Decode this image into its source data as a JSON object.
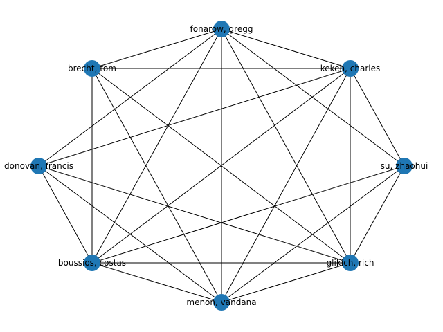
{
  "colors": {
    "node": "#1f77b4",
    "edge": "#000000",
    "label": "#000000"
  },
  "nodes": [
    {
      "id": "fonarow",
      "label": "fonarow, gregg"
    },
    {
      "id": "brecht",
      "label": "brecht, tom"
    },
    {
      "id": "kekeh",
      "label": "kekeh, charles"
    },
    {
      "id": "donovan",
      "label": "donovan, francis"
    },
    {
      "id": "su",
      "label": "su, zhaohui"
    },
    {
      "id": "boussios",
      "label": "boussios, costas"
    },
    {
      "id": "glikich",
      "label": "glikich, rich"
    },
    {
      "id": "menon",
      "label": "menon, vandana"
    }
  ],
  "edges": [
    [
      "fonarow",
      "brecht"
    ],
    [
      "fonarow",
      "kekeh"
    ],
    [
      "fonarow",
      "donovan"
    ],
    [
      "fonarow",
      "su"
    ],
    [
      "fonarow",
      "boussios"
    ],
    [
      "fonarow",
      "glikich"
    ],
    [
      "fonarow",
      "menon"
    ],
    [
      "brecht",
      "kekeh"
    ],
    [
      "brecht",
      "boussios"
    ],
    [
      "brecht",
      "glikich"
    ],
    [
      "brecht",
      "menon"
    ],
    [
      "kekeh",
      "donovan"
    ],
    [
      "kekeh",
      "su"
    ],
    [
      "kekeh",
      "boussios"
    ],
    [
      "kekeh",
      "glikich"
    ],
    [
      "kekeh",
      "menon"
    ],
    [
      "donovan",
      "boussios"
    ],
    [
      "donovan",
      "glikich"
    ],
    [
      "donovan",
      "menon"
    ],
    [
      "su",
      "boussios"
    ],
    [
      "su",
      "glikich"
    ],
    [
      "su",
      "menon"
    ],
    [
      "boussios",
      "glikich"
    ],
    [
      "boussios",
      "menon"
    ],
    [
      "glikich",
      "menon"
    ]
  ]
}
